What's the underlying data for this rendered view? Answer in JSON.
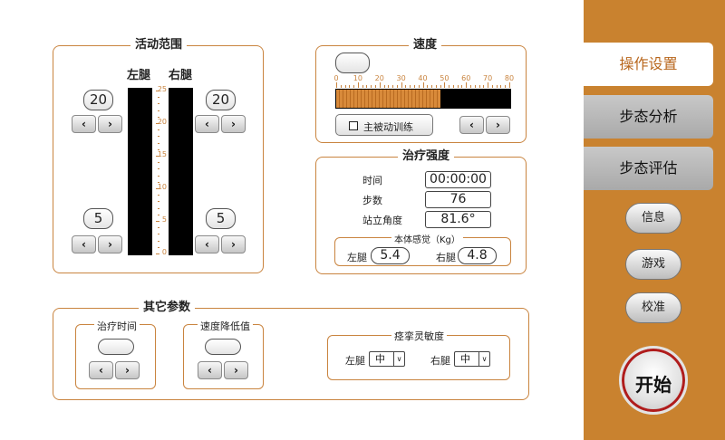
{
  "range_panel": {
    "title": "活动范围",
    "left_leg_label": "左腿",
    "right_leg_label": "右腿",
    "left_upper_value": "20",
    "right_upper_value": "20",
    "left_lower_value": "5",
    "right_lower_value": "5",
    "scale_labels": [
      "25",
      "20",
      "15",
      "10",
      "5",
      "0"
    ]
  },
  "speed_panel": {
    "title": "速度",
    "value": "",
    "scale_labels": [
      "0",
      "10",
      "20",
      "30",
      "40",
      "50",
      "60",
      "70",
      "80"
    ],
    "speed_level_percent": 60,
    "passive_training_label": "主被动训练",
    "passive_training_checked": false
  },
  "treatment_panel": {
    "title": "治疗强度",
    "time_label": "时间",
    "time_value": "00:00:00",
    "steps_label": "步数",
    "steps_value": "76",
    "angle_label": "站立角度",
    "angle_value": "81.6°",
    "body_sense_title": "本体感觉（Kg）",
    "left_leg_label": "左腿",
    "left_leg_value": "5.4",
    "right_leg_label": "右腿",
    "right_leg_value": "4.8"
  },
  "other_panel": {
    "title": "其它参数",
    "treat_time_title": "治疗时间",
    "treat_time_value": "",
    "speed_drop_title": "速度降低值",
    "speed_drop_value": "",
    "spasm_title": "痉挛灵敏度",
    "spasm_left_label": "左腿",
    "spasm_left_value": "中",
    "spasm_right_label": "右腿",
    "spasm_right_value": "中"
  },
  "arrows": {
    "left": "‹",
    "right": "›"
  },
  "sidebar": {
    "tabs": [
      {
        "label": "操作设置",
        "active": true
      },
      {
        "label": "步态分析",
        "active": false
      },
      {
        "label": "步态评估",
        "active": false
      }
    ],
    "buttons": [
      "信息",
      "游戏",
      "校准"
    ],
    "start_label": "开始"
  },
  "colors": {
    "accent": "#c9822f",
    "bar_fill": "#d88a3a",
    "border": "#c9843f"
  }
}
